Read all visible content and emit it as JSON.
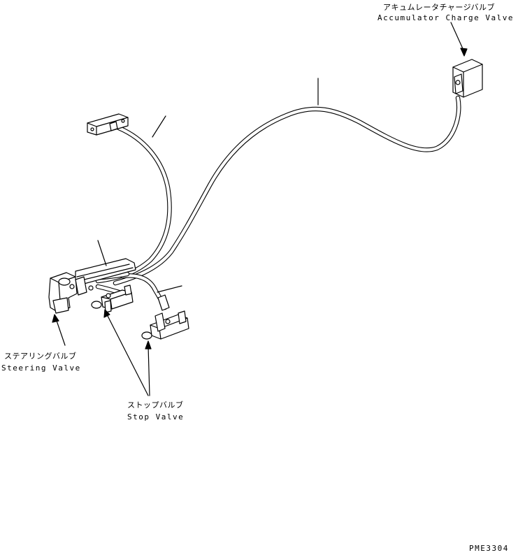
{
  "labels": {
    "accumulator_jp": "アキュムレータチャージバルブ",
    "accumulator_en": "Accumulator Charge Valve",
    "steering_jp": "ステアリングバルブ",
    "steering_en": "Steering Valve",
    "stop_jp": "ストップバルブ",
    "stop_en": "Stop Valve",
    "drawing_no": "PME3304"
  }
}
